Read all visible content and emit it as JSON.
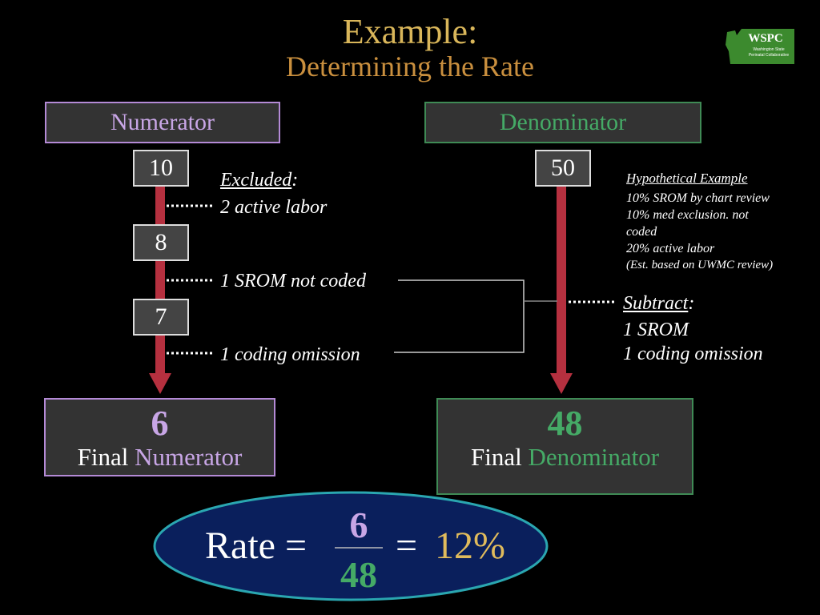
{
  "title": "Example:",
  "subtitle": "Determining the Rate",
  "logo": {
    "text": "WSPC",
    "line1": "Washington State",
    "line2": "Perinatal Collaborative"
  },
  "numerator": {
    "header": "Numerator",
    "steps": [
      "10",
      "8",
      "7"
    ],
    "excluded_label": "Excluded",
    "excluded_colon": ":",
    "notes": [
      "2 active labor",
      "1 SROM not coded",
      "1 coding omission"
    ],
    "final_value": "6",
    "final_word": "Final",
    "final_label": "Numerator"
  },
  "denominator": {
    "header": "Denominator",
    "start": "50",
    "hypo_title": "Hypothetical Example",
    "hypo_lines": [
      "10% SROM by chart review",
      "10% med exclusion. not",
      "coded",
      "20% active labor",
      "(Est. based on UWMC review)"
    ],
    "subtract_label": "Subtract",
    "subtract_colon": ":",
    "subtract_lines": [
      "1 SROM",
      "1 coding omission"
    ],
    "final_value": "48",
    "final_word": "Final",
    "final_label": "Denominator"
  },
  "rate": {
    "label": "Rate =",
    "numerator": "6",
    "denominator": "48",
    "equals": "=",
    "result": "12%"
  },
  "colors": {
    "title": "#d9b65a",
    "numerator": "#c8a6e6",
    "denominator": "#45aa66",
    "arrow": "#b5303f",
    "ellipse_fill": "#0a1f5c",
    "ellipse_border": "#2aa6b0"
  }
}
